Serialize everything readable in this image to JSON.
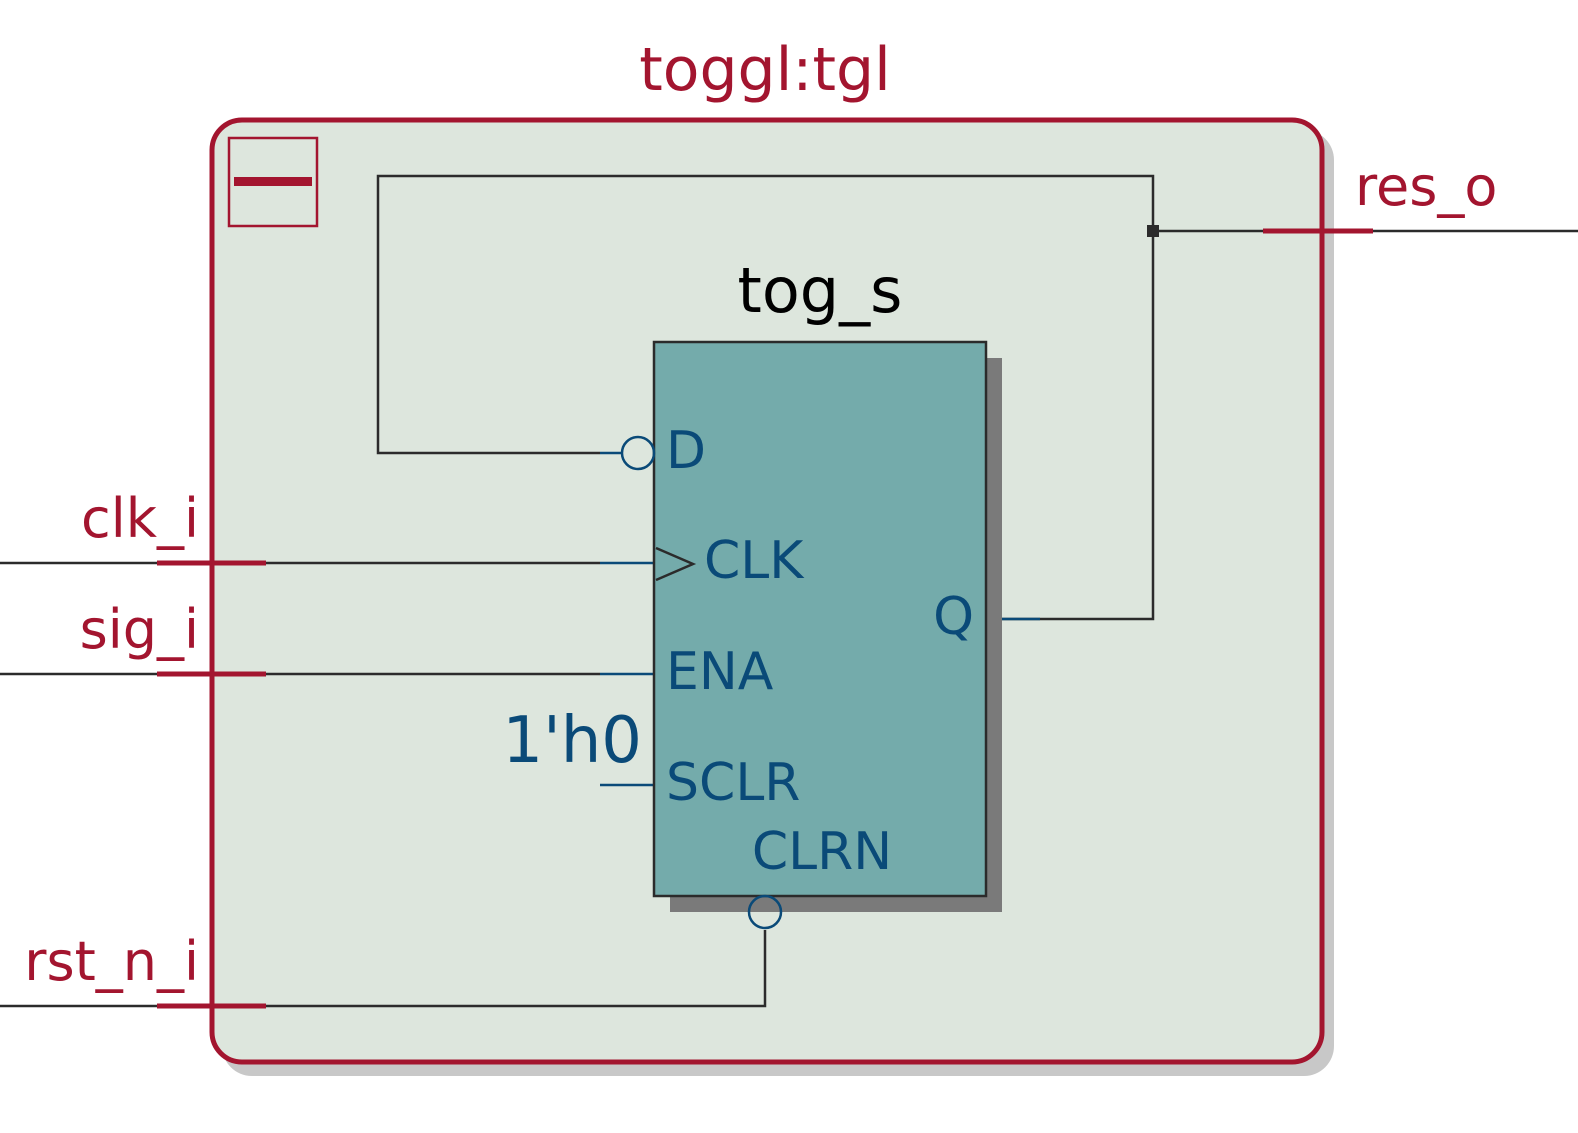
{
  "module": {
    "title": "toggl:tgl",
    "collapse_icon": "minus-icon"
  },
  "ports": {
    "inputs": [
      "clk_i",
      "sig_i",
      "rst_n_i"
    ],
    "output": "res_o"
  },
  "register": {
    "name": "tog_s",
    "pins": {
      "d": "D",
      "clk": "CLK",
      "ena": "ENA",
      "sclr": "SCLR",
      "clrn": "CLRN",
      "q": "Q"
    },
    "sclr_constant": "1'h0"
  },
  "colors": {
    "module_border": "#a3152f",
    "module_fill": "#dde6dd",
    "module_shadow": "#c8c8c8",
    "register_fill": "#74abab",
    "register_shadow": "#7a7a7a",
    "pin_text": "#0a4a78",
    "wire": "#2b2b2b",
    "label_red": "#a3152f"
  }
}
